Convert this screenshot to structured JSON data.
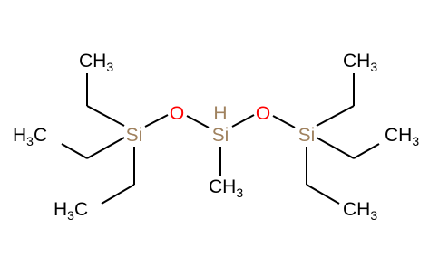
{
  "molecule": {
    "atoms": {
      "si_left": {
        "text": "Si",
        "color": "#a0825f"
      },
      "si_center": {
        "text": "Si",
        "color": "#a0825f"
      },
      "si_right": {
        "text": "Si",
        "color": "#a0825f"
      },
      "o_left": {
        "text": "O",
        "color": "#ff0000"
      },
      "o_right": {
        "text": "O",
        "color": "#ff0000"
      },
      "h_center": {
        "text": "H",
        "color": "#a0825f"
      },
      "ch3_top_left": {
        "main": "CH",
        "sub": "3"
      },
      "h3c_left": {
        "main": "H",
        "sub": "3",
        "tail": "C"
      },
      "h3c_bottom_left": {
        "main": "H",
        "sub": "3",
        "tail": "C"
      },
      "ch3_center": {
        "main": "CH",
        "sub": "3"
      },
      "ch3_top_right": {
        "main": "CH",
        "sub": "3"
      },
      "ch3_right": {
        "main": "CH",
        "sub": "3"
      },
      "ch3_bottom_right": {
        "main": "CH",
        "sub": "3"
      }
    },
    "bond_color": "#000000"
  }
}
